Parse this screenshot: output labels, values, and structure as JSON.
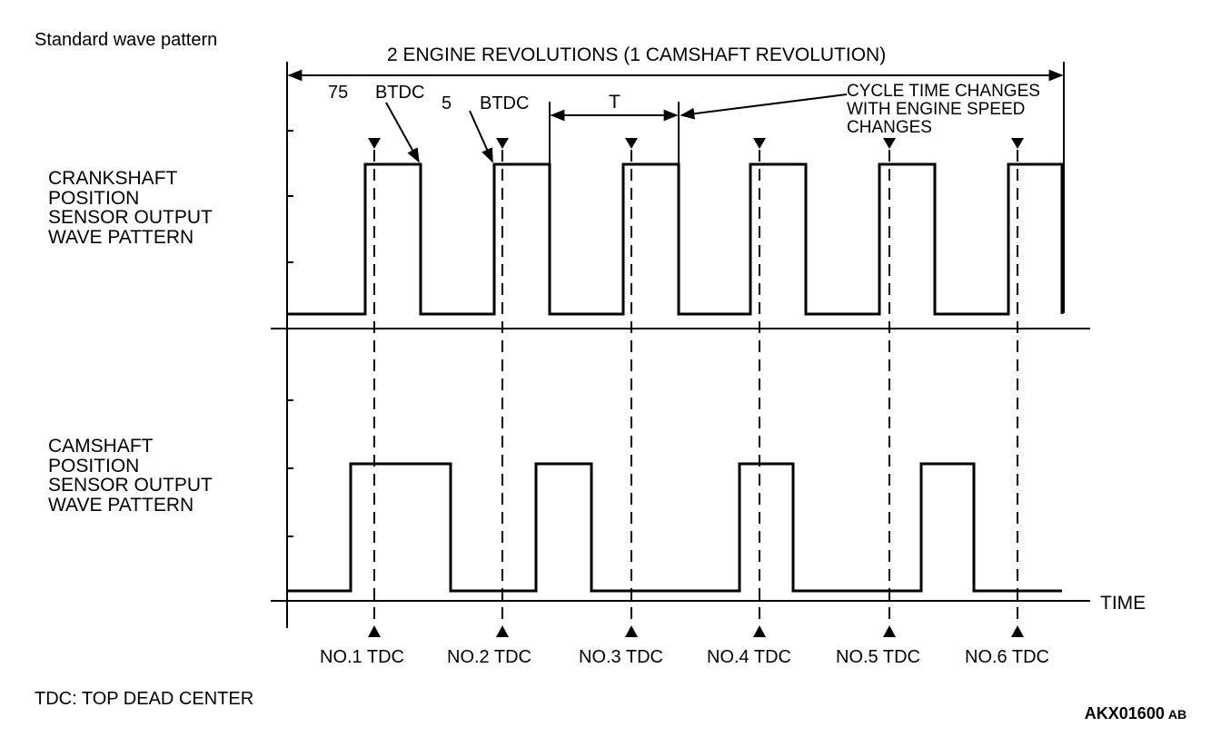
{
  "header": {
    "title": "Standard wave pattern",
    "span_label": "2 ENGINE REVOLUTIONS (1 CAMSHAFT REVOLUTION)"
  },
  "annotations": {
    "btdc_75_value": "75",
    "btdc_75_unit": "BTDC",
    "btdc_5_value": "5",
    "btdc_5_unit": "BTDC",
    "period_label": "T",
    "cycle_note": "CYCLE TIME CHANGES\nWITH ENGINE SPEED\nCHANGES"
  },
  "signals": {
    "crankshaft_label": "CRANKSHAFT\nPOSITION\nSENSOR OUTPUT\nWAVE PATTERN",
    "camshaft_label": "CAMSHAFT\nPOSITION\nSENSOR OUTPUT\nWAVE PATTERN"
  },
  "axis": {
    "time_label": "TIME"
  },
  "tdc_markers": [
    "NO.1 TDC",
    "NO.2 TDC",
    "NO.3 TDC",
    "NO.4 TDC",
    "NO.5 TDC",
    "NO.6 TDC"
  ],
  "footer": {
    "legend": "TDC: TOP DEAD CENTER",
    "code_main": "AKX01600",
    "code_suffix": "AB"
  }
}
